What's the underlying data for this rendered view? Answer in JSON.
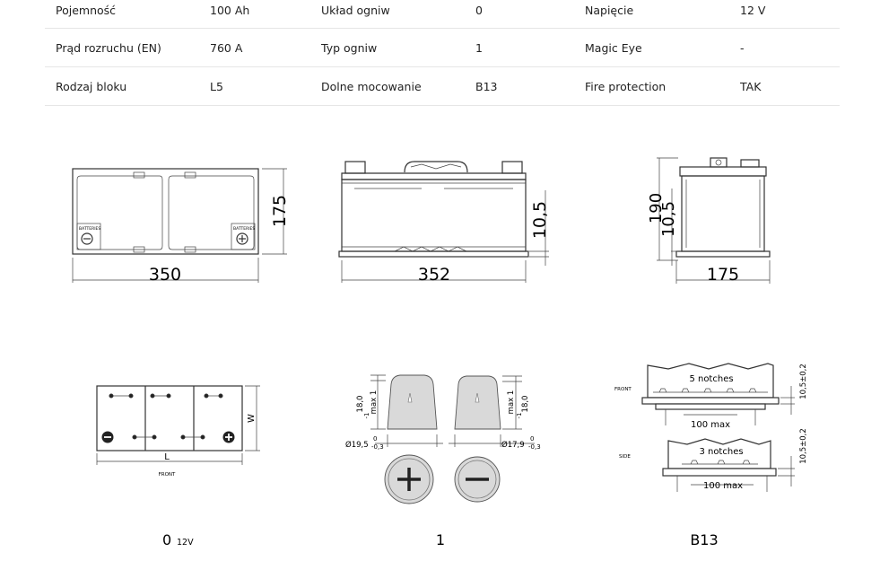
{
  "specs": [
    [
      {
        "label": "Pojemność",
        "value": "100 Ah"
      },
      {
        "label": "Układ ogniw",
        "value": "0"
      },
      {
        "label": "Napięcie",
        "value": "12 V"
      }
    ],
    [
      {
        "label": "Prąd rozruchu (EN)",
        "value": "760 A"
      },
      {
        "label": "Typ ogniw",
        "value": "1"
      },
      {
        "label": "Magic Eye",
        "value": "-"
      }
    ],
    [
      {
        "label": "Rodzaj bloku",
        "value": "L5"
      },
      {
        "label": "Dolne mocowanie",
        "value": "B13"
      },
      {
        "label": "Fire protection",
        "value": "TAK"
      }
    ]
  ],
  "drawings": {
    "top_view": {
      "width": "350",
      "depth": "175",
      "terminal_label": "BATTERIES"
    },
    "side_view": {
      "length": "352",
      "offset": "10,5"
    },
    "end_view": {
      "height": "190",
      "offset": "10,5",
      "width": "175"
    },
    "layout": {
      "length_label": "L",
      "width_label": "W",
      "front_label": "FRONT",
      "caption": "0",
      "caption_sub": "12V"
    },
    "terminals": {
      "pos_height": "18,0",
      "pos_height_tol": "-1",
      "pos_max": "max 1",
      "pos_diameter": "Ø19,5",
      "pos_diam_tol_top": "0",
      "pos_diam_tol_bot": "-0,3",
      "neg_height": "18,0",
      "neg_height_tol": "-1",
      "neg_max": "max 1",
      "neg_diameter": "Ø17,9",
      "neg_diam_tol_top": "0",
      "neg_diam_tol_bot": "-0,3",
      "caption": "1"
    },
    "hold_down": {
      "front_label": "FRONT",
      "side_label": "SIDE",
      "front_notches": "5 notches",
      "side_notches": "3 notches",
      "front_max": "100 max",
      "side_max": "100 max",
      "front_tol": "10,5±0,2",
      "side_tol": "10,5±0,2",
      "caption": "B13"
    }
  },
  "colors": {
    "line": "#333333",
    "divider": "#e6e6e6",
    "grey": "#d9d9d9"
  }
}
